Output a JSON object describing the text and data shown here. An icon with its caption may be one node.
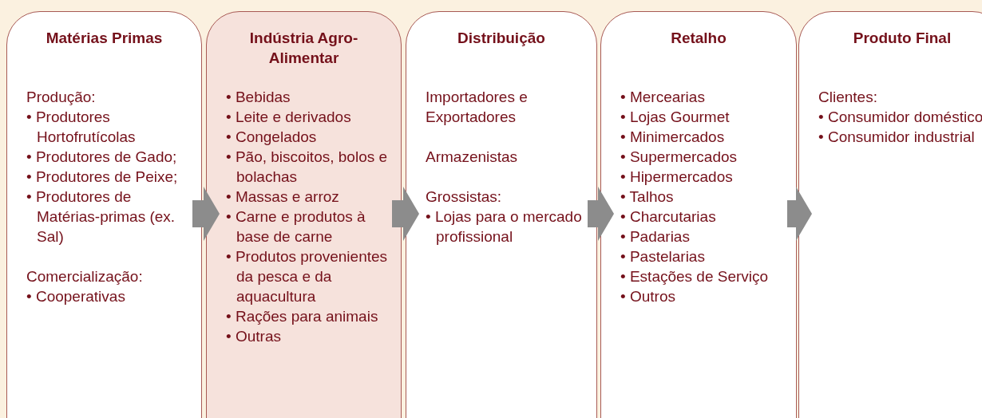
{
  "diagram": {
    "nodes": [
      {
        "text": [
          "Matérias Primas",
          "Produção:",
          "• Produtores Hortofrutícolas",
          "• Produtores de Gado;",
          "• Produtores de Peixe;",
          "• Produtores de Matérias-primas (ex. Sal)",
          "Comercialização:",
          "• Cooperativas"
        ]
      },
      {
        "text": [
          "Indústria Agro-Alimentar",
          "• Bebidas",
          "• Leite e derivados",
          "• Congelados",
          "• Pão, biscoitos, bolos e bolachas",
          "• Massas e arroz",
          "• Carne e produtos à base de carne",
          "• Produtos provenientes da pesca e da aquacultura",
          "• Rações para animais",
          "• Outras"
        ]
      },
      {
        "text": [
          "Distribuição",
          "Importadores e Exportadores",
          "Armazenistas",
          "Grossistas:",
          "• Lojas para o mercado profissional"
        ]
      },
      {
        "text": [
          "Retalho",
          "• Mercearias",
          "• Lojas Gourmet",
          "• Minimercados",
          "• Supermercados",
          "• Hipermercados",
          "• Talhos",
          "• Charcutarias",
          "• Padarias",
          "• Pastelarias",
          "• Estações de Serviço",
          "• Outros"
        ]
      },
      {
        "text": [
          "Produto Final",
          "Clientes:",
          "• Consumidor doméstico",
          "• Consumidor industrial"
        ]
      }
    ],
    "edges": [
      {
        "from": 0,
        "to": 1,
        "arrow": "to",
        "style": "thick",
        "color": "#8c8c8c"
      },
      {
        "from": 1,
        "to": 2,
        "arrow": "to",
        "style": "thick",
        "color": "#8c8c8c"
      },
      {
        "from": 2,
        "to": 3,
        "arrow": "to",
        "style": "thick",
        "color": "#8c8c8c"
      },
      {
        "from": 3,
        "to": 4,
        "arrow": "to",
        "style": "thick",
        "color": "#8c8c8c"
      }
    ]
  }
}
